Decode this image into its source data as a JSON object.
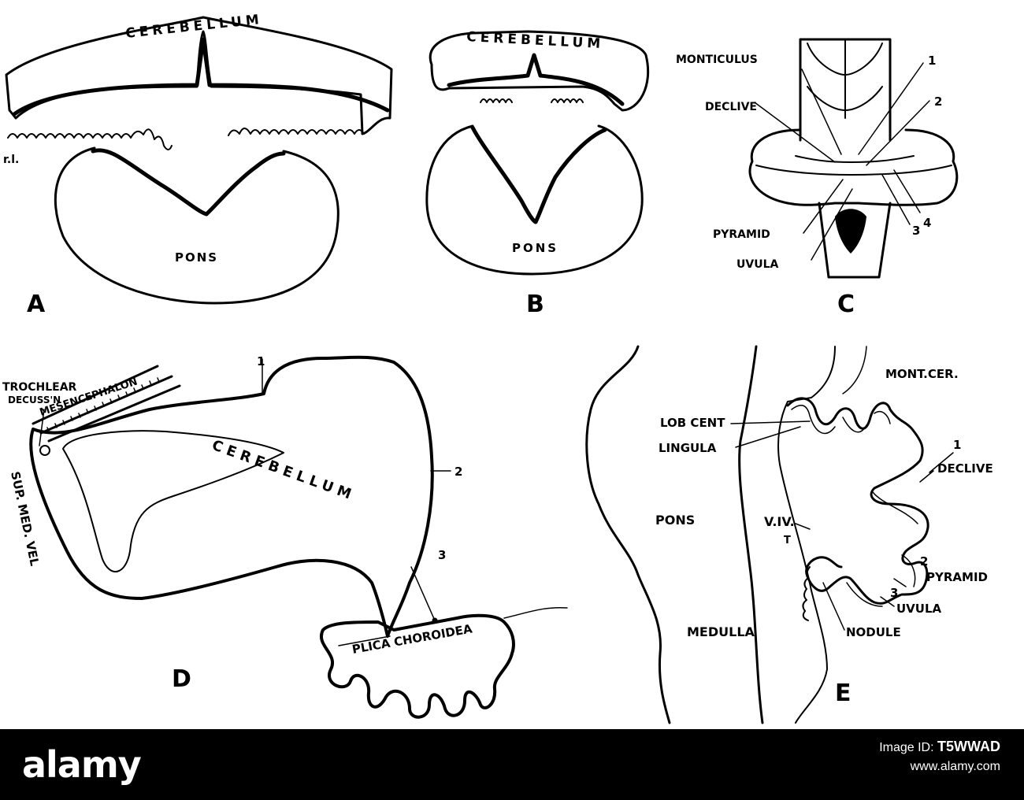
{
  "labels": {
    "a_cerebellum": "CEREBELLUM",
    "a_rl": "r.l.",
    "a_pons": "PONS",
    "a_panel": "A",
    "b_cerebellum": "CEREBELLUM",
    "b_pons": "PONS",
    "b_panel": "B",
    "c_monticulus": "MONTICULUS",
    "c_declive": "DECLIVE",
    "c_pyramid": "PYRAMID",
    "c_uvula": "UVULA",
    "c_n1": "1",
    "c_n2": "2",
    "c_n3": "3",
    "c_n4": "4",
    "c_panel": "C",
    "d_trochlear": "TROCHLEAR",
    "d_decuss": "DECUSS'N",
    "d_mesencephalon": "MESENCEPHALON",
    "d_sup_med_vel": "SUP. MED. VEL",
    "d_cerebellum": "CEREBELLUM",
    "d_n1": "1",
    "d_n2": "2",
    "d_n3": "3",
    "d_plica": "PLICA CHOROIDEA",
    "d_panel": "D",
    "e_mont_cer": "MONT.CER.",
    "e_lob_cent": "LOB CENT",
    "e_lingula": "LINGULA",
    "e_n1": "1",
    "e_declive": "DECLIVE",
    "e_viv": "V.IV.",
    "e_t": "T",
    "e_pons": "PONS",
    "e_n2": "2",
    "e_pyramid": "PYRAMID",
    "e_n3": "3",
    "e_uvula": "UVULA",
    "e_medulla": "MEDULLA",
    "e_nodule": "NODULE",
    "e_panel": "E"
  },
  "footer": {
    "brand": "alamy",
    "image_id_label": "Image ID:",
    "image_id": "T5WWAD",
    "url": "www.alamy.com"
  },
  "colors": {
    "ink": "#000000",
    "paper": "#ffffff",
    "footer": "#000000"
  }
}
